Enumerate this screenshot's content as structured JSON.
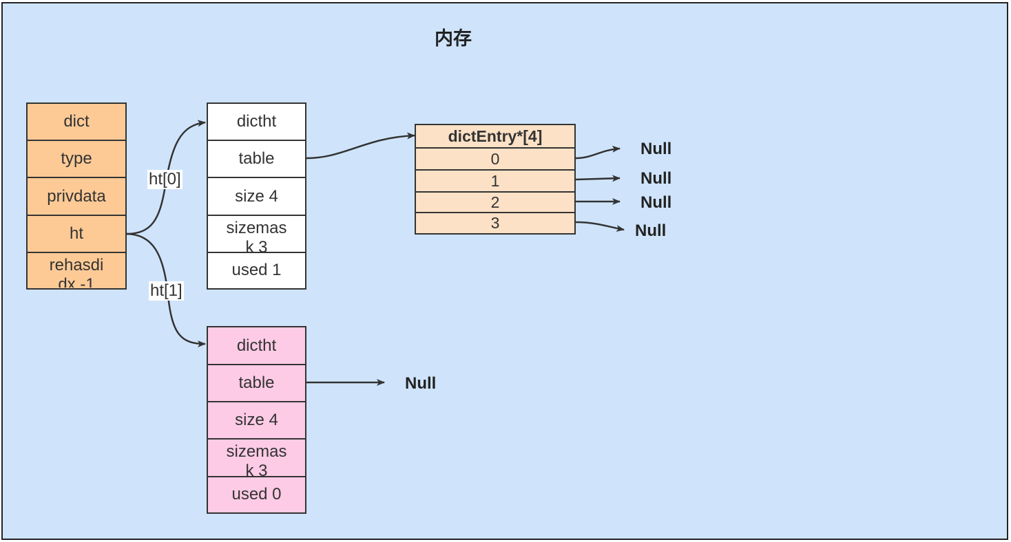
{
  "title": "内存",
  "dict": {
    "cells": [
      "dict",
      "type",
      "privdata",
      "ht",
      "rehasdi\ndx -1"
    ]
  },
  "ht0": {
    "cells": [
      "dictht",
      "table",
      "size 4",
      "sizemas\nk 3",
      "used 1"
    ]
  },
  "ht1": {
    "cells": [
      "dictht",
      "table",
      "size 4",
      "sizemas\nk 3",
      "used 0"
    ]
  },
  "entries": {
    "header": "dictEntry*[4]",
    "slots": [
      "0",
      "1",
      "2",
      "3"
    ],
    "slot_targets": [
      "Null",
      "Null",
      "Null",
      "Null"
    ]
  },
  "ht1_table_target": "Null",
  "edges": {
    "ht0_label": "ht[0]",
    "ht1_label": "ht[1]"
  },
  "colors": {
    "background": "#cfe4fb",
    "dict_fill": "#fdca96",
    "ht0_fill": "#ffffff",
    "ht1_fill": "#fdcbe5",
    "entries_fill": "#fde1c6",
    "stroke": "#333333"
  }
}
